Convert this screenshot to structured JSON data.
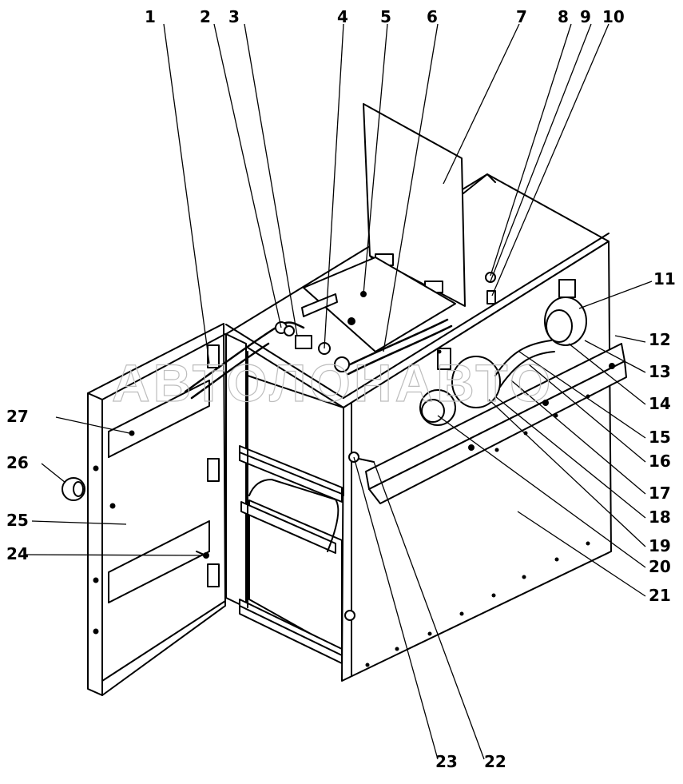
{
  "diagram": {
    "watermark": "АВТОЛОНАВТО",
    "callouts": {
      "c1": "1",
      "c2": "2",
      "c3": "3",
      "c4": "4",
      "c5": "5",
      "c6": "6",
      "c7": "7",
      "c8": "8",
      "c9": "9",
      "c10": "10",
      "c11": "11",
      "c12": "12",
      "c13": "13",
      "c14": "14",
      "c15": "15",
      "c16": "16",
      "c17": "17",
      "c18": "18",
      "c19": "19",
      "c20": "20",
      "c21": "21",
      "c22": "22",
      "c23": "23",
      "c24": "24",
      "c25": "25",
      "c26": "26",
      "c27": "27"
    }
  }
}
